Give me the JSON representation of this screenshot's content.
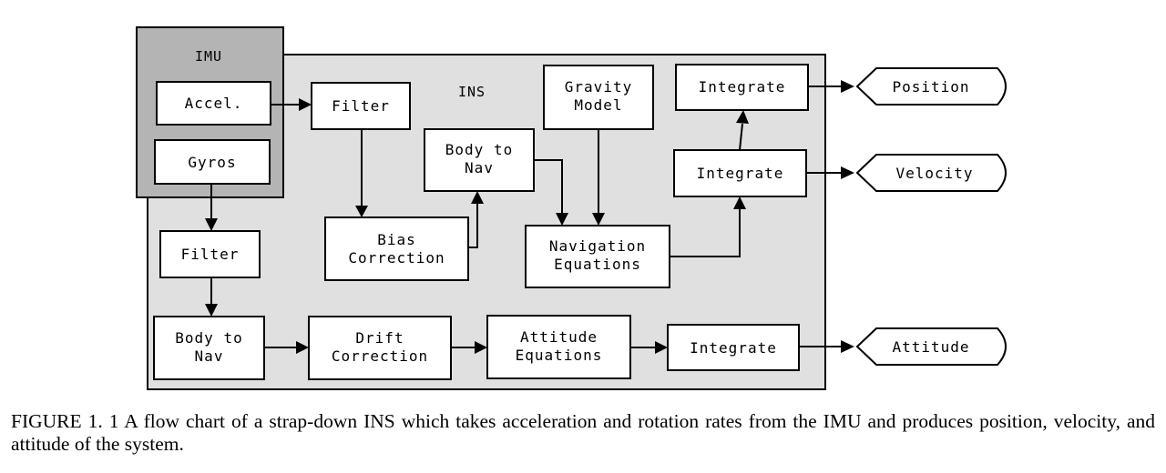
{
  "containers": {
    "imu": {
      "title": "IMU"
    },
    "ins": {
      "title": "INS"
    }
  },
  "blocks": {
    "accel": {
      "lines": [
        "Accel."
      ]
    },
    "gyros": {
      "lines": [
        "Gyros"
      ]
    },
    "filter_accel": {
      "lines": [
        "Filter"
      ]
    },
    "filter_gyro": {
      "lines": [
        "Filter"
      ]
    },
    "bias_correction": {
      "lines": [
        "Bias",
        "Correction"
      ]
    },
    "body_to_nav_accel": {
      "lines": [
        "Body to",
        "Nav"
      ]
    },
    "gravity_model": {
      "lines": [
        "Gravity",
        "Model"
      ]
    },
    "navigation_equations": {
      "lines": [
        "Navigation",
        "Equations"
      ]
    },
    "integrate_position": {
      "lines": [
        "Integrate"
      ]
    },
    "integrate_velocity": {
      "lines": [
        "Integrate"
      ]
    },
    "body_to_nav_gyro": {
      "lines": [
        "Body to",
        "Nav"
      ]
    },
    "drift_correction": {
      "lines": [
        "Drift",
        "Correction"
      ]
    },
    "attitude_equations": {
      "lines": [
        "Attitude",
        "Equations"
      ]
    },
    "integrate_attitude": {
      "lines": [
        "Integrate"
      ]
    }
  },
  "outputs": {
    "position": "Position",
    "velocity": "Velocity",
    "attitude": "Attitude"
  },
  "caption": "FIGURE 1.   1 A flow chart of a strap-down INS which takes acceleration and rotation rates from the IMU and produces position, velocity, and attitude of the system.",
  "colors": {
    "ins_fill": "#e0e0e0",
    "imu_fill": "#b4b4b4",
    "box_fill": "#ffffff",
    "stroke": "#000000"
  }
}
